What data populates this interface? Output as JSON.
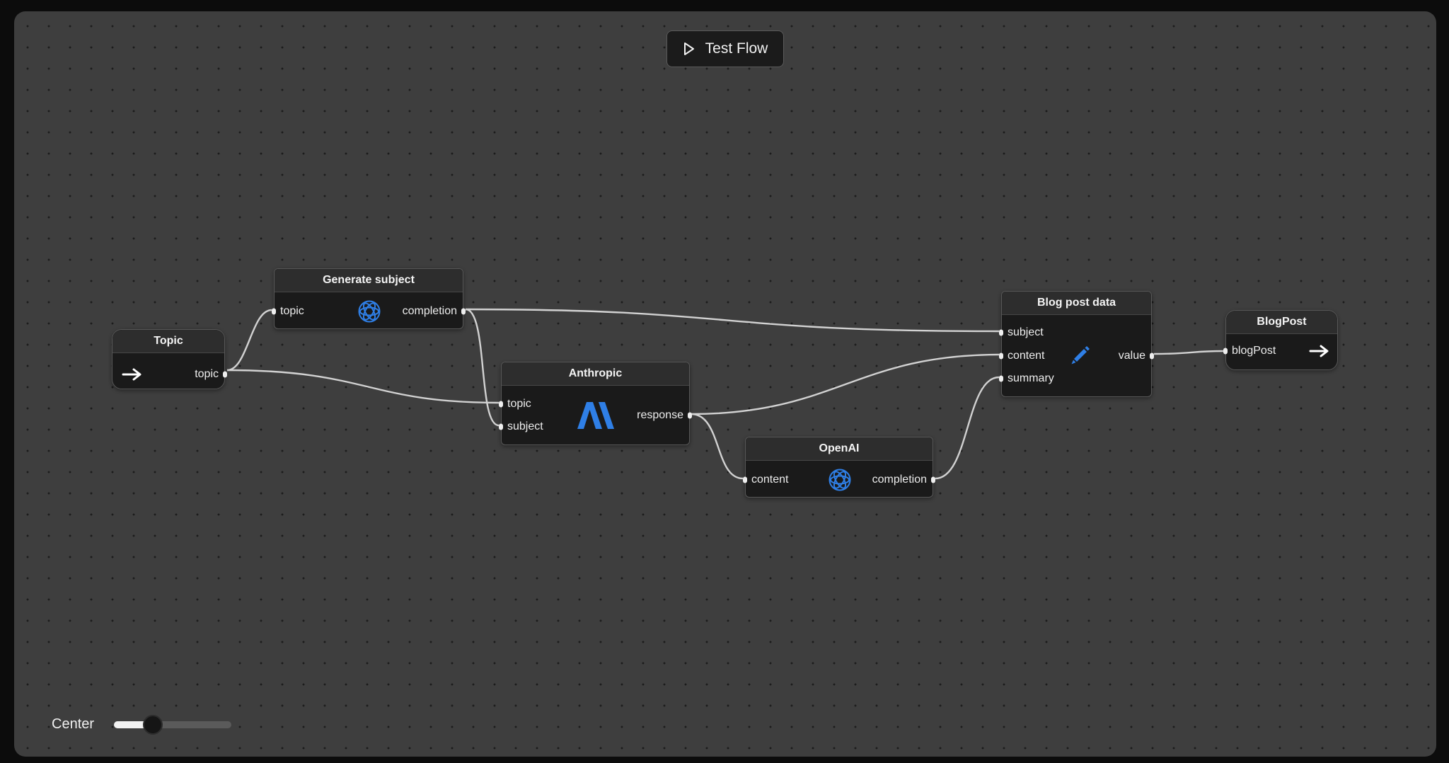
{
  "toolbar": {
    "test_flow_label": "Test Flow"
  },
  "nodes": {
    "topic": {
      "title": "Topic",
      "output": "topic"
    },
    "generate_subject": {
      "title": "Generate subject",
      "input": "topic",
      "output": "completion"
    },
    "anthropic": {
      "title": "Anthropic",
      "inputs": [
        "topic",
        "subject"
      ],
      "output": "response"
    },
    "openai": {
      "title": "OpenAI",
      "input": "content",
      "output": "completion"
    },
    "blog_post_data": {
      "title": "Blog post data",
      "inputs": [
        "subject",
        "content",
        "summary"
      ],
      "output": "value"
    },
    "blogpost": {
      "title": "BlogPost",
      "input": "blogPost"
    }
  },
  "zoom": {
    "label": "Center",
    "level": 0.33
  },
  "colors": {
    "accent": "#2f7fe6",
    "edge": "#d2d2d2",
    "canvas": "#3e3e3e"
  },
  "icons": {
    "input_node": "arrow-right-icon",
    "generate_subject": "openai-icon",
    "anthropic": "anthropic-icon",
    "openai": "openai-icon",
    "blog_post_data": "pencil-icon",
    "output_node": "arrow-right-icon"
  }
}
